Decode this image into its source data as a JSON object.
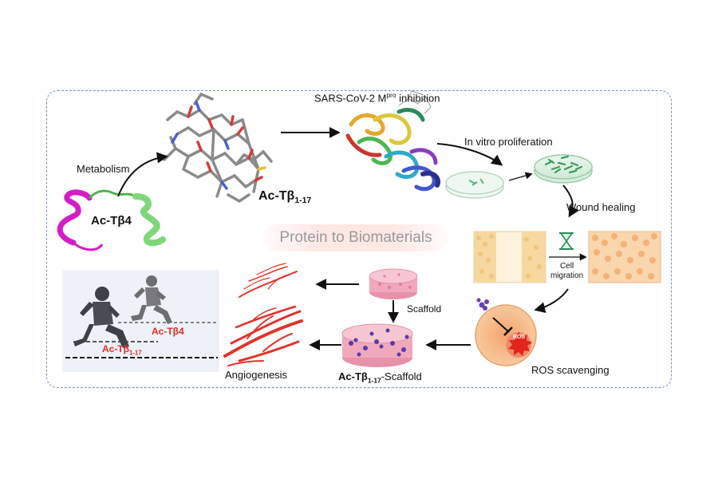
{
  "labels": {
    "mpro_prefix": "SARS-CoV-2 M",
    "mpro_sup": "pro",
    "mpro_suffix": " inhibition",
    "metabolism": "Metabolism",
    "ac_tb4": "Ac-Tβ4",
    "ac_tb117_prefix": "Ac-Tβ",
    "ac_tb117_sub": "1-17",
    "in_vitro": "In vitro proliferation",
    "wound": "Wound healing",
    "protein_to_biomaterials": "Protein to Biomaterials",
    "cell_migration_1": "Cell",
    "cell_migration_2": "migration",
    "scaffold": "Scaffold",
    "ros": "ROS",
    "ros_scavenging": "ROS scavenging",
    "angiogenesis": "Angiogenesis",
    "scaffold_caption_prefix": "Ac-Tβ",
    "scaffold_caption_sub": "1-17",
    "scaffold_caption_suffix": "-Scaffold",
    "run_tb4": "Ac-Tβ4",
    "run_tb117_prefix": "Ac-Tβ",
    "run_tb117_sub": "1-17"
  },
  "colors": {
    "frame": "#6f8fc7",
    "accent_red": "#e32b25",
    "helix_magenta": "#d31ec8",
    "helix_green": "#7ed87a",
    "scaffold_pink": "#f3b5c6",
    "vessel_red": "#e0332b",
    "cell_tan": "#f3cf93"
  }
}
